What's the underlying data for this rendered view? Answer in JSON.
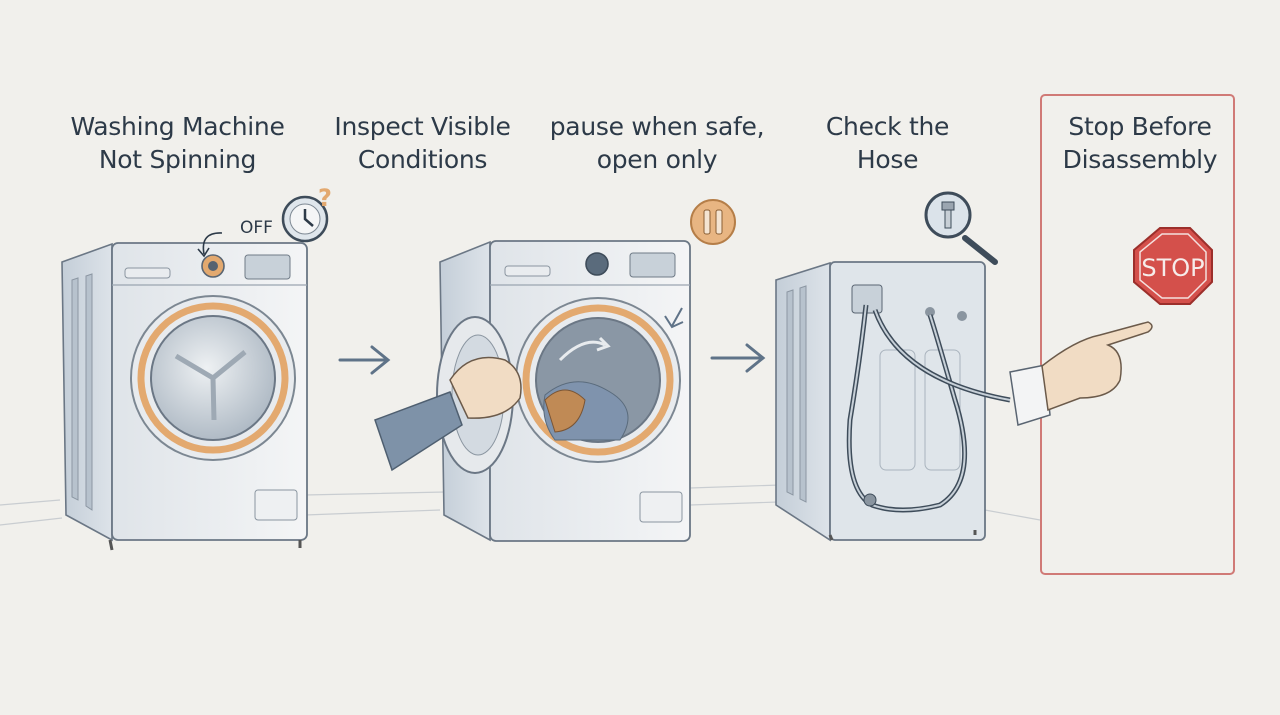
{
  "steps": [
    {
      "title_line1": "Washing Machine",
      "title_line2": "Not Spinning"
    },
    {
      "title_line1": "Inspect Visible",
      "title_line2": "Conditions"
    },
    {
      "title_line1": "pause when safe,",
      "title_line2": "open only"
    },
    {
      "title_line1": "Check the",
      "title_line2": "Hose"
    },
    {
      "title_line1": "Stop Before",
      "title_line2": "Disassembly"
    }
  ],
  "labels": {
    "off_label": "OFF",
    "question_mark": "?",
    "stop_sign": "STOP"
  },
  "colors": {
    "background": "#f1f0ec",
    "ink": "#2d3a48",
    "accent_orange": "#e3a96f",
    "stop_red": "#d4504b",
    "panel_border": "#d07a76",
    "machine_blue": "#c9d3dc",
    "arrow": "#5f7388"
  },
  "icons": [
    "clock-question-icon",
    "pause-icon",
    "magnifier-bolt-icon",
    "stop-sign-icon",
    "arrow-right-icon"
  ]
}
